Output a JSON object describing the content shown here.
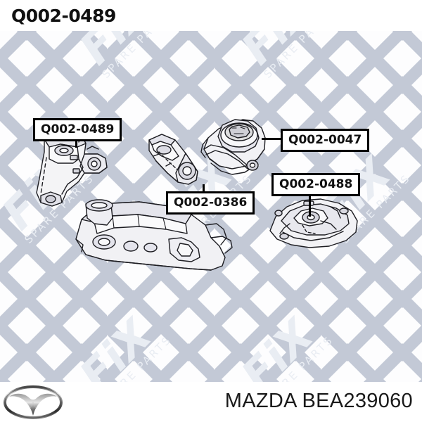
{
  "header": {
    "title": "Q002-0489"
  },
  "diagram": {
    "alt": "engine-mount-assembly-line-drawing",
    "labels": [
      {
        "id": "label-0489",
        "text": "Q002-0489"
      },
      {
        "id": "label-0047",
        "text": "Q002-0047"
      },
      {
        "id": "label-0386",
        "text": "Q002-0386"
      },
      {
        "id": "label-0488",
        "text": "Q002-0488"
      }
    ]
  },
  "watermark": {
    "brand": "FiX",
    "tagline": "SPARE PARTS",
    "pattern_color": "#c3c9d6",
    "text_color": "#e4e8ef"
  },
  "footer": {
    "logo": "mazda-logo",
    "text": "MAZDA BEA239060"
  },
  "colors": {
    "background": "#ffffff",
    "ink": "#111111",
    "label_border": "#000000",
    "watermark": "#c3c9d6"
  }
}
